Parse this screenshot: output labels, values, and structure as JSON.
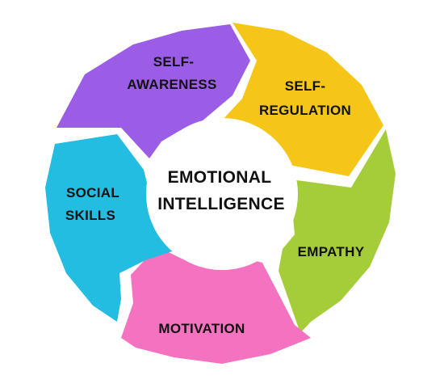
{
  "center": {
    "line1": "EMOTIONAL",
    "line2": "INTELLIGENCE",
    "color": "#ffffff"
  },
  "segments": [
    {
      "id": "self-awareness",
      "line1": "SELF-",
      "line2": "AWARENESS",
      "color": "#9b5de5"
    },
    {
      "id": "self-regulation",
      "line1": "SELF-",
      "line2": "REGULATION",
      "color": "#f5c518"
    },
    {
      "id": "empathy",
      "line1": "EMPATHY",
      "line2": "",
      "color": "#a4cd39"
    },
    {
      "id": "motivation",
      "line1": "MOTIVATION",
      "line2": "",
      "color": "#f472c0"
    },
    {
      "id": "social-skills",
      "line1": "SOCIAL",
      "line2": "SKILLS",
      "color": "#22bde0"
    }
  ]
}
